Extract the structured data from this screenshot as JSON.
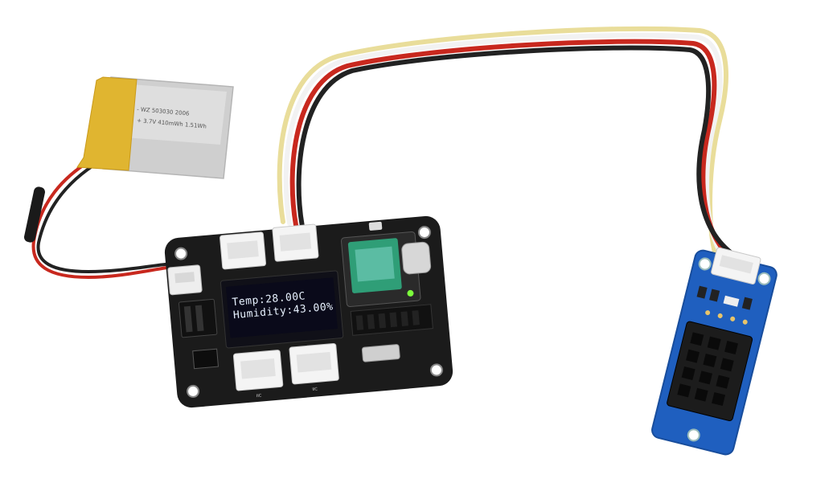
{
  "battery": {
    "line1": "- WZ 503030 2006",
    "line2": "+ 3.7V 410mWh 1.51Wh"
  },
  "oled": {
    "line1": "Temp:28.00C",
    "line2": "Humidity:43.00%"
  },
  "board": {
    "silk_iic_left": "IIC",
    "silk_iic_right": "IIC"
  },
  "colors": {
    "board": "#1b1b1b",
    "sensor_pcb": "#1f5fbf",
    "oled_bg": "#0a0a1a",
    "xiao_green": "#2f9e77",
    "wire_yellow": "#e9dd9a",
    "wire_white": "#f2f2f2",
    "wire_red": "#c8281e",
    "wire_black": "#222222",
    "battery_foil": "#c9c9c9",
    "battery_tape": "#e0b530"
  }
}
